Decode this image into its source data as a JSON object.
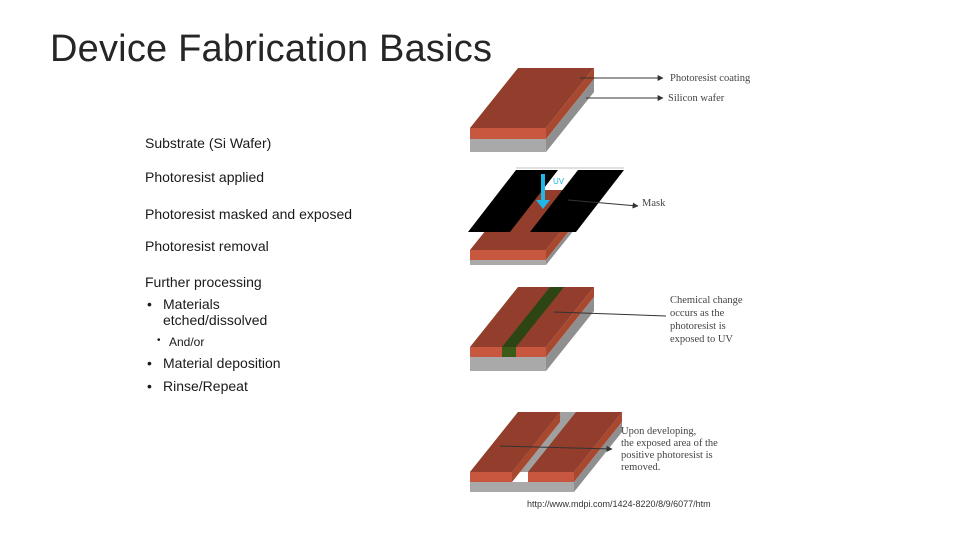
{
  "slide": {
    "title": "Device Fabrication Basics",
    "bullets": {
      "b1": "Substrate (Si Wafer)",
      "b2": "Photoresist applied",
      "b3": "Photoresist masked and exposed",
      "b4": "Photoresist removal",
      "b5": "Further processing",
      "s1_l1": "Materials",
      "s1_l2": "etched/dissolved",
      "ss1": "And/or",
      "s2": "Material deposition",
      "s3": "Rinse/Repeat"
    },
    "diagram": {
      "lbl_coating": "Photoresist coating",
      "lbl_wafer": "Silicon wafer",
      "lbl_uv": "UV",
      "lbl_mask": "Mask",
      "lbl_chem_1": "Chemical change",
      "lbl_chem_2": "occurs as the",
      "lbl_chem_3": "photoresist is",
      "lbl_chem_4": "exposed to UV",
      "lbl_dev_1": "Upon developing,",
      "lbl_dev_2": "the exposed area of the",
      "lbl_dev_3": "positive photoresist is",
      "lbl_dev_4": "removed."
    },
    "credit": "http://www.mdpi.com/1424-8220/8/9/6077/htm"
  }
}
